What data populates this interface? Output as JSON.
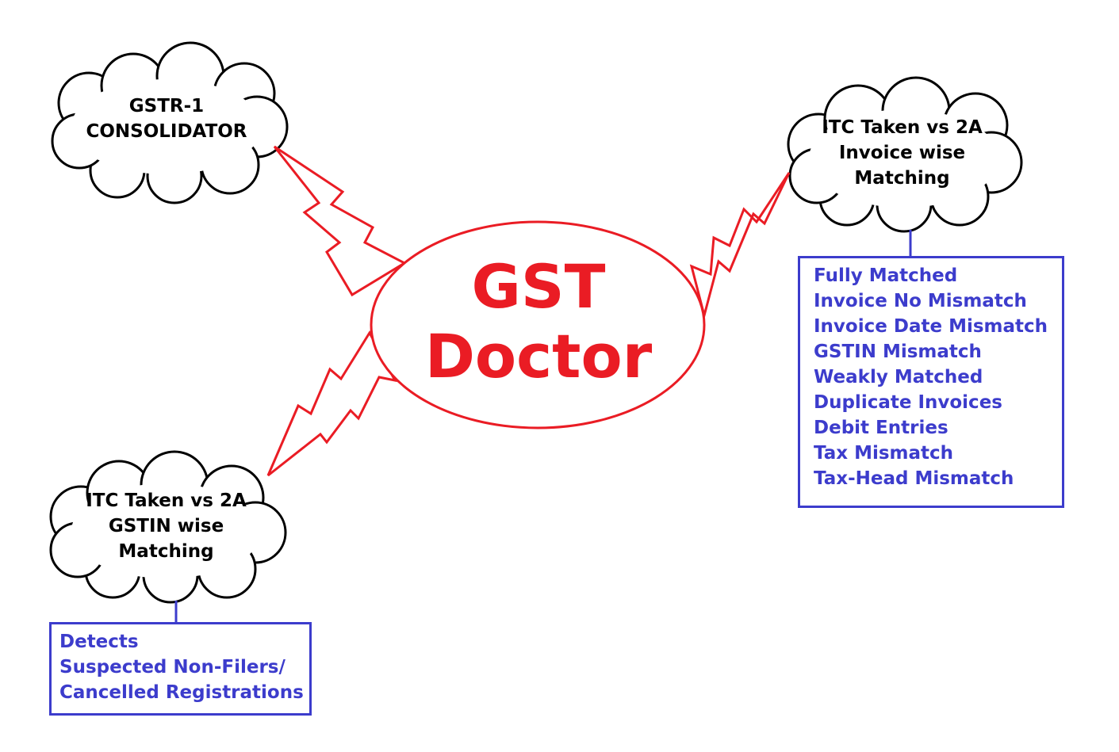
{
  "center": {
    "line1": "GST",
    "line2": "Doctor"
  },
  "clouds": {
    "gstr1": {
      "lines": [
        "GSTR-1",
        "CONSOLIDATOR"
      ]
    },
    "invoice_matching": {
      "lines": [
        "ITC Taken vs 2A",
        "Invoice wise",
        "Matching"
      ]
    },
    "gstin_matching": {
      "lines": [
        "ITC Taken vs 2A",
        "GSTIN wise",
        "Matching"
      ]
    }
  },
  "invoice_box": {
    "items": [
      "Fully Matched",
      "Invoice No Mismatch",
      "Invoice Date Mismatch",
      "GSTIN Mismatch",
      "Weakly Matched",
      "Duplicate Invoices",
      "Debit Entries",
      "Tax Mismatch",
      "Tax-Head Mismatch"
    ]
  },
  "gstin_box": {
    "items": [
      "Detects",
      "Suspected Non-Filers/",
      "Cancelled Registrations"
    ]
  },
  "colors": {
    "accent": "#ea1c24",
    "list": "#3c3ccc",
    "outline": "#000000"
  }
}
